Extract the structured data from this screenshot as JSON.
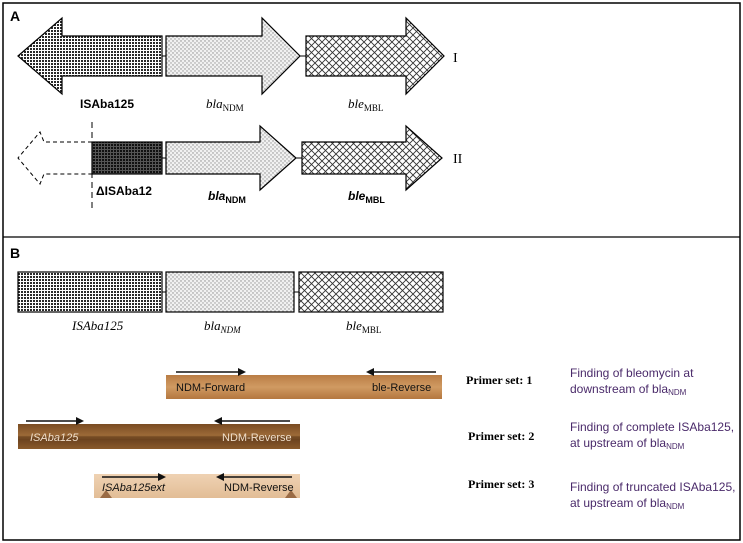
{
  "panels": {
    "a": "A",
    "b": "B"
  },
  "diagram_a": {
    "row1": {
      "isaba": "ISAba125",
      "bla": "bla",
      "bla_sub": "NDM",
      "ble": "ble",
      "ble_sub": "MBL",
      "roman": "I"
    },
    "row2": {
      "delta_isaba": "ΔISAba12",
      "bla": "bla",
      "bla_sub": "NDM",
      "ble": "ble",
      "ble_sub": "MBL",
      "roman": "II"
    }
  },
  "diagram_b": {
    "isaba": "ISAba125",
    "bla": "bla",
    "bla_sub": "NDM",
    "ble": "ble",
    "ble_sub": "MBL"
  },
  "primers": [
    {
      "title": "Primer set: 1",
      "fwd": "NDM-Forward",
      "rev": "ble-Reverse",
      "desc_line1": "Finding of bleomycin at",
      "desc_line2_prefix": "downstream of bla",
      "desc_line2_sub": "NDM",
      "desc_line2_suffix": "",
      "band_color": "#c98d55"
    },
    {
      "title": "Primer set: 2",
      "fwd": "ISAba125",
      "rev": "NDM-Reverse",
      "desc_line1": "Finding of complete ISAba125,",
      "desc_line2_prefix": "at upstream of bla",
      "desc_line2_sub": "NDM",
      "desc_line2_suffix": "",
      "band_color": "#8a5a2b"
    },
    {
      "title": "Primer set: 3",
      "fwd": "ISAba125ext",
      "rev": "NDM-Reverse",
      "desc_line1": "Finding of truncated ISAba125,",
      "desc_line2_prefix": "at upstream of bla",
      "desc_line2_sub": "NDM",
      "desc_line2_suffix": "",
      "band_color": "#e8c7a4"
    }
  ]
}
